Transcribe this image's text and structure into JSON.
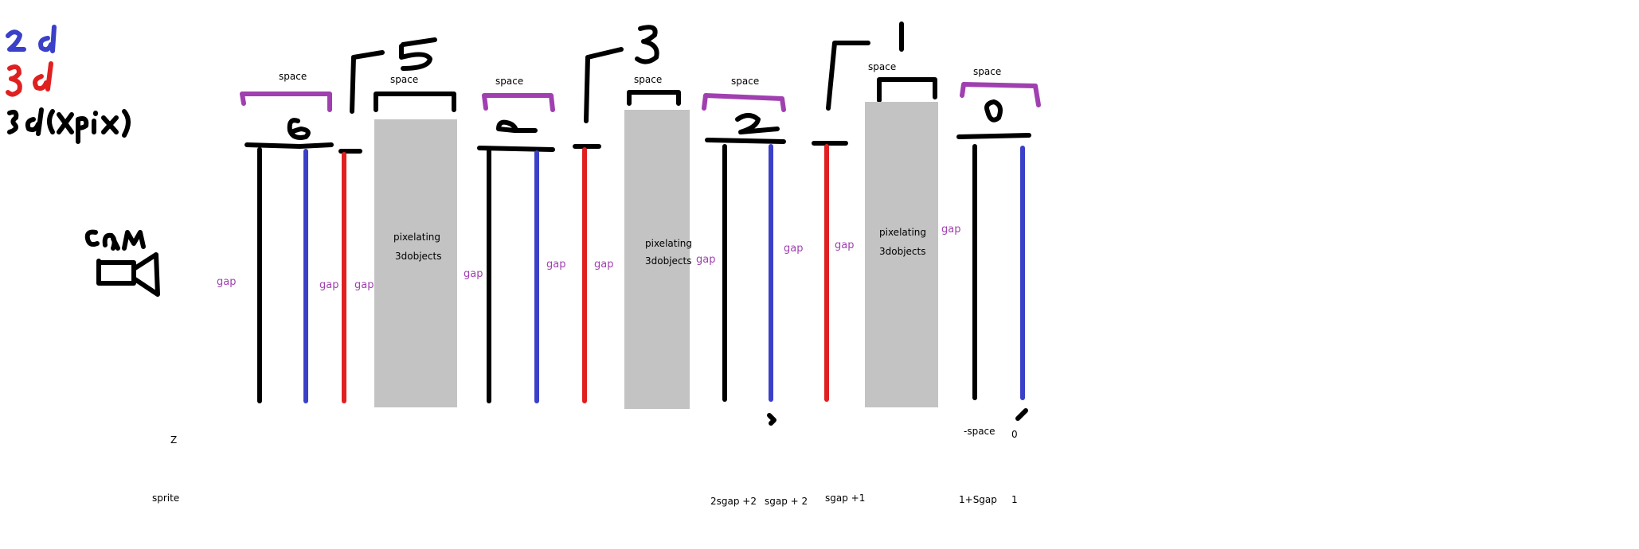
{
  "space_label": "space",
  "gap_label": "gap",
  "box_text": {
    "line1": "pixelating",
    "line2": "3dobjects"
  },
  "axis": {
    "z": "Z",
    "sprite": "sprite"
  },
  "z_values": {
    "neg_space": "-space",
    "zero": "0"
  },
  "sprite_values": {
    "two_sgap_2": "2sgap +2",
    "sgap_2": "sgap  + 2",
    "sgap_1": "sgap  +1",
    "one_sgap": "1+Sgap",
    "one": "1"
  },
  "colors": {
    "black": "#000000",
    "blue": "#3a40c8",
    "red": "#e02020",
    "purple": "#a040b0",
    "box": "#c3c3c3"
  }
}
